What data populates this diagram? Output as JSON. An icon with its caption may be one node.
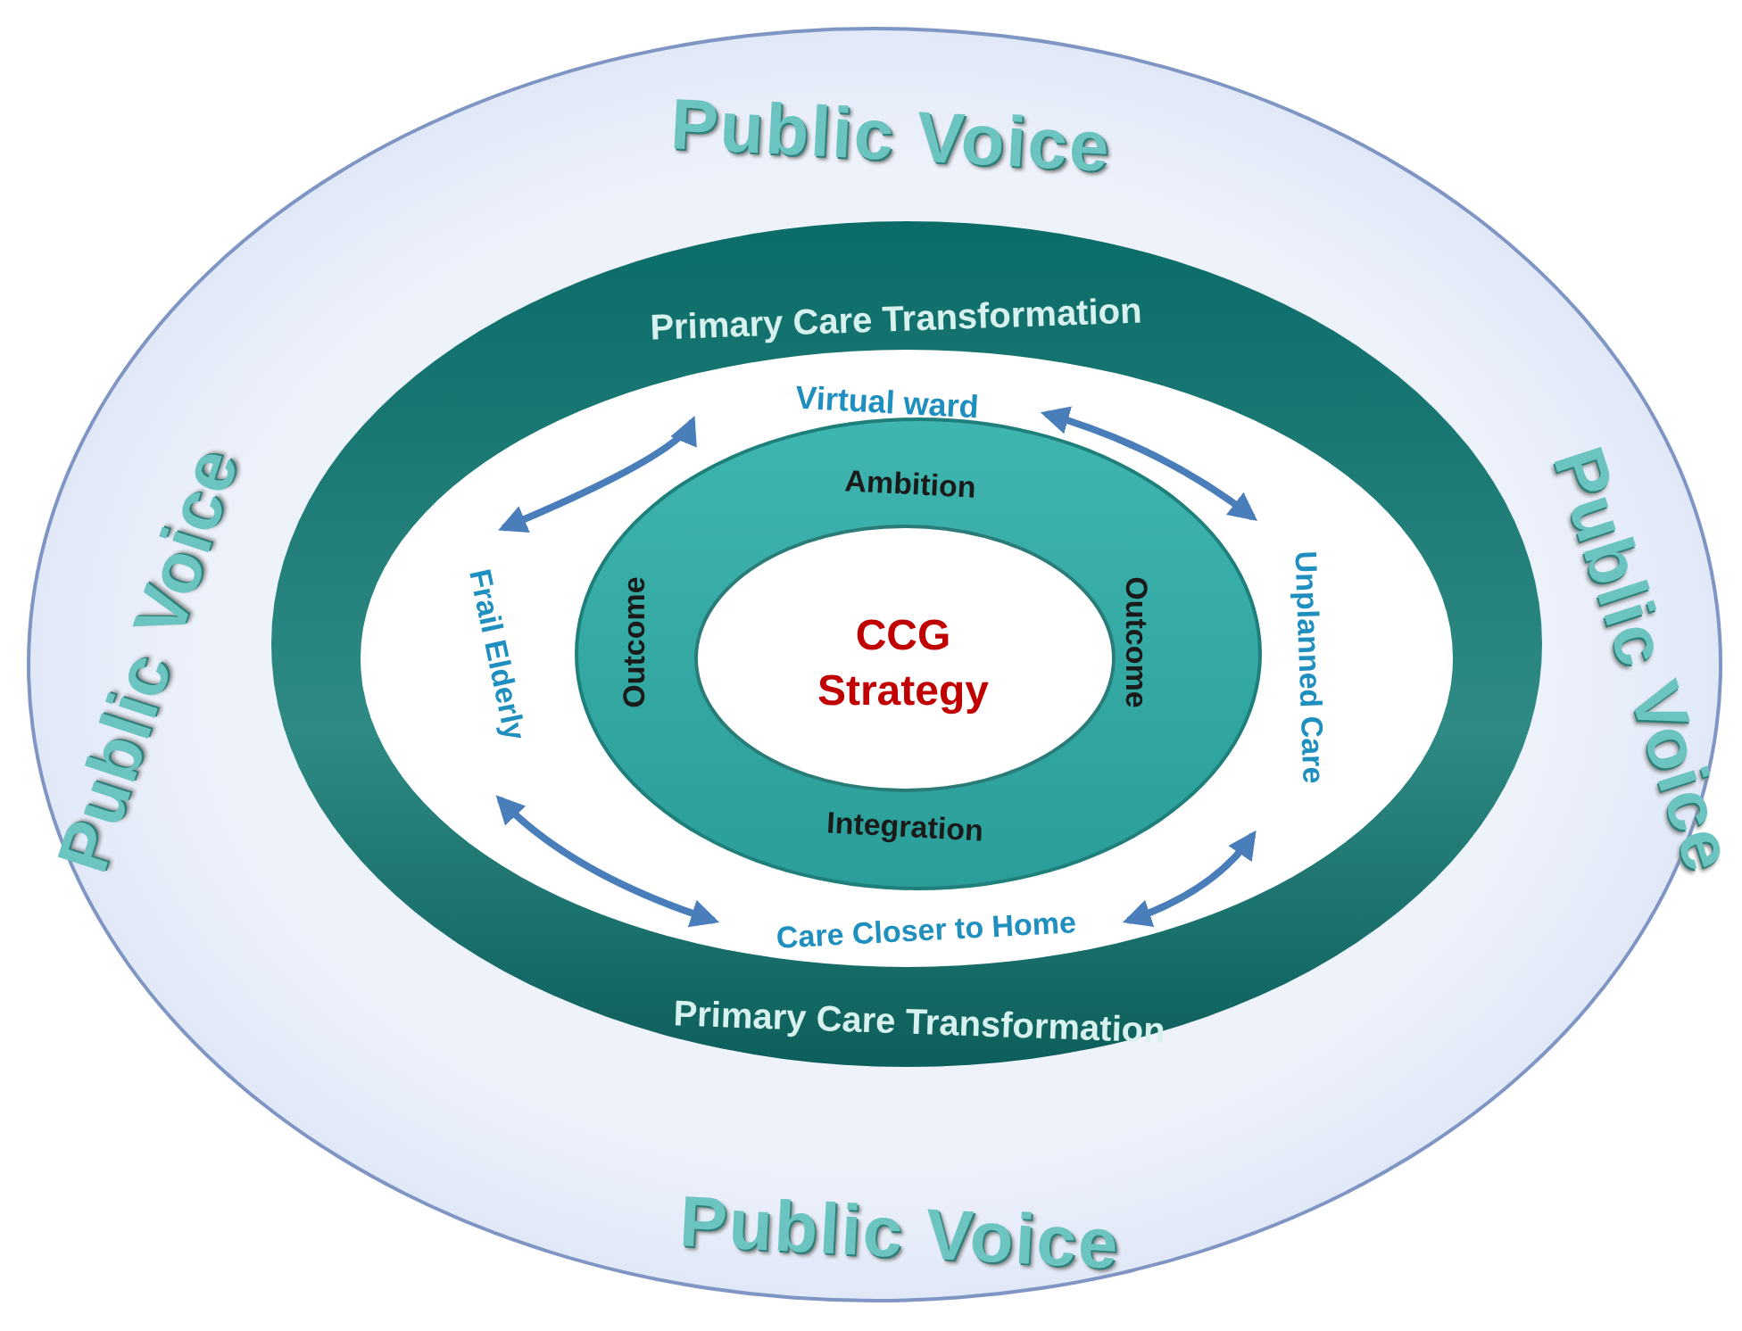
{
  "diagram": {
    "nodes": [
      {
        "text": [
          "Public Voice",
          "Public Voice",
          "Public Voice",
          "Public Voice"
        ]
      },
      {
        "text": [
          "Primary Care Transformation",
          "Primary Care Transformation"
        ],
        "in": 0
      },
      {
        "text": [
          "Virtual ward"
        ],
        "in": 1
      },
      {
        "text": [
          "Frail Elderly"
        ],
        "in": 1
      },
      {
        "text": [
          "Unplanned Care"
        ],
        "in": 1
      },
      {
        "text": [
          "Ambition",
          "Outcome",
          "Outcome",
          "Integration"
        ],
        "in": 1
      },
      {
        "text": [
          "CCG Strategy"
        ],
        "in": 5
      },
      {
        "text": [
          "Care Closer to Home"
        ],
        "in": 1
      }
    ],
    "edges": [
      {
        "from": 2,
        "to": 3,
        "arrow": "both"
      },
      {
        "from": 2,
        "to": 4,
        "arrow": "both"
      },
      {
        "from": 4,
        "to": 7,
        "arrow": "both"
      },
      {
        "from": 7,
        "to": 3,
        "arrow": "both"
      }
    ]
  }
}
